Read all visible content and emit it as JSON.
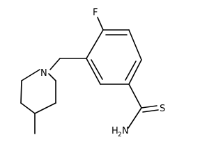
{
  "atoms": {
    "fluorine": "F",
    "nitrogen": "N",
    "sulfur": "S",
    "amine_main": "H",
    "amine_sub": "2",
    "amine_n": "N"
  }
}
